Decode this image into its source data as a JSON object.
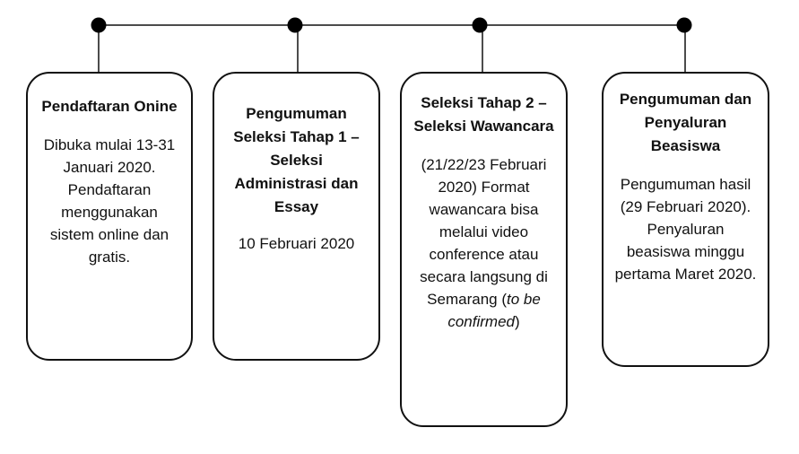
{
  "timeline": {
    "milestones": [
      {
        "title": "Pendaftaran Onine",
        "body": "Dibuka mulai 13-31 Januari 2020. Pendaftaran menggunakan sistem online dan gratis."
      },
      {
        "title": "Pengumuman Seleksi Tahap 1 – Seleksi Administrasi dan Essay",
        "body": "10 Februari 2020"
      },
      {
        "title": "Seleksi Tahap 2 – Seleksi Wawancara",
        "body_main": "(21/22/23 Februari 2020) Format wawancara bisa melalui video conference atau secara langsung di Semarang (",
        "body_italic": "to be confirmed",
        "body_end": ")"
      },
      {
        "title": "Pengumuman dan Penyaluran Beasiswa",
        "body": "Pengumuman hasil (29 Februari 2020). Penyaluran beasiswa minggu pertama Maret 2020."
      }
    ]
  }
}
